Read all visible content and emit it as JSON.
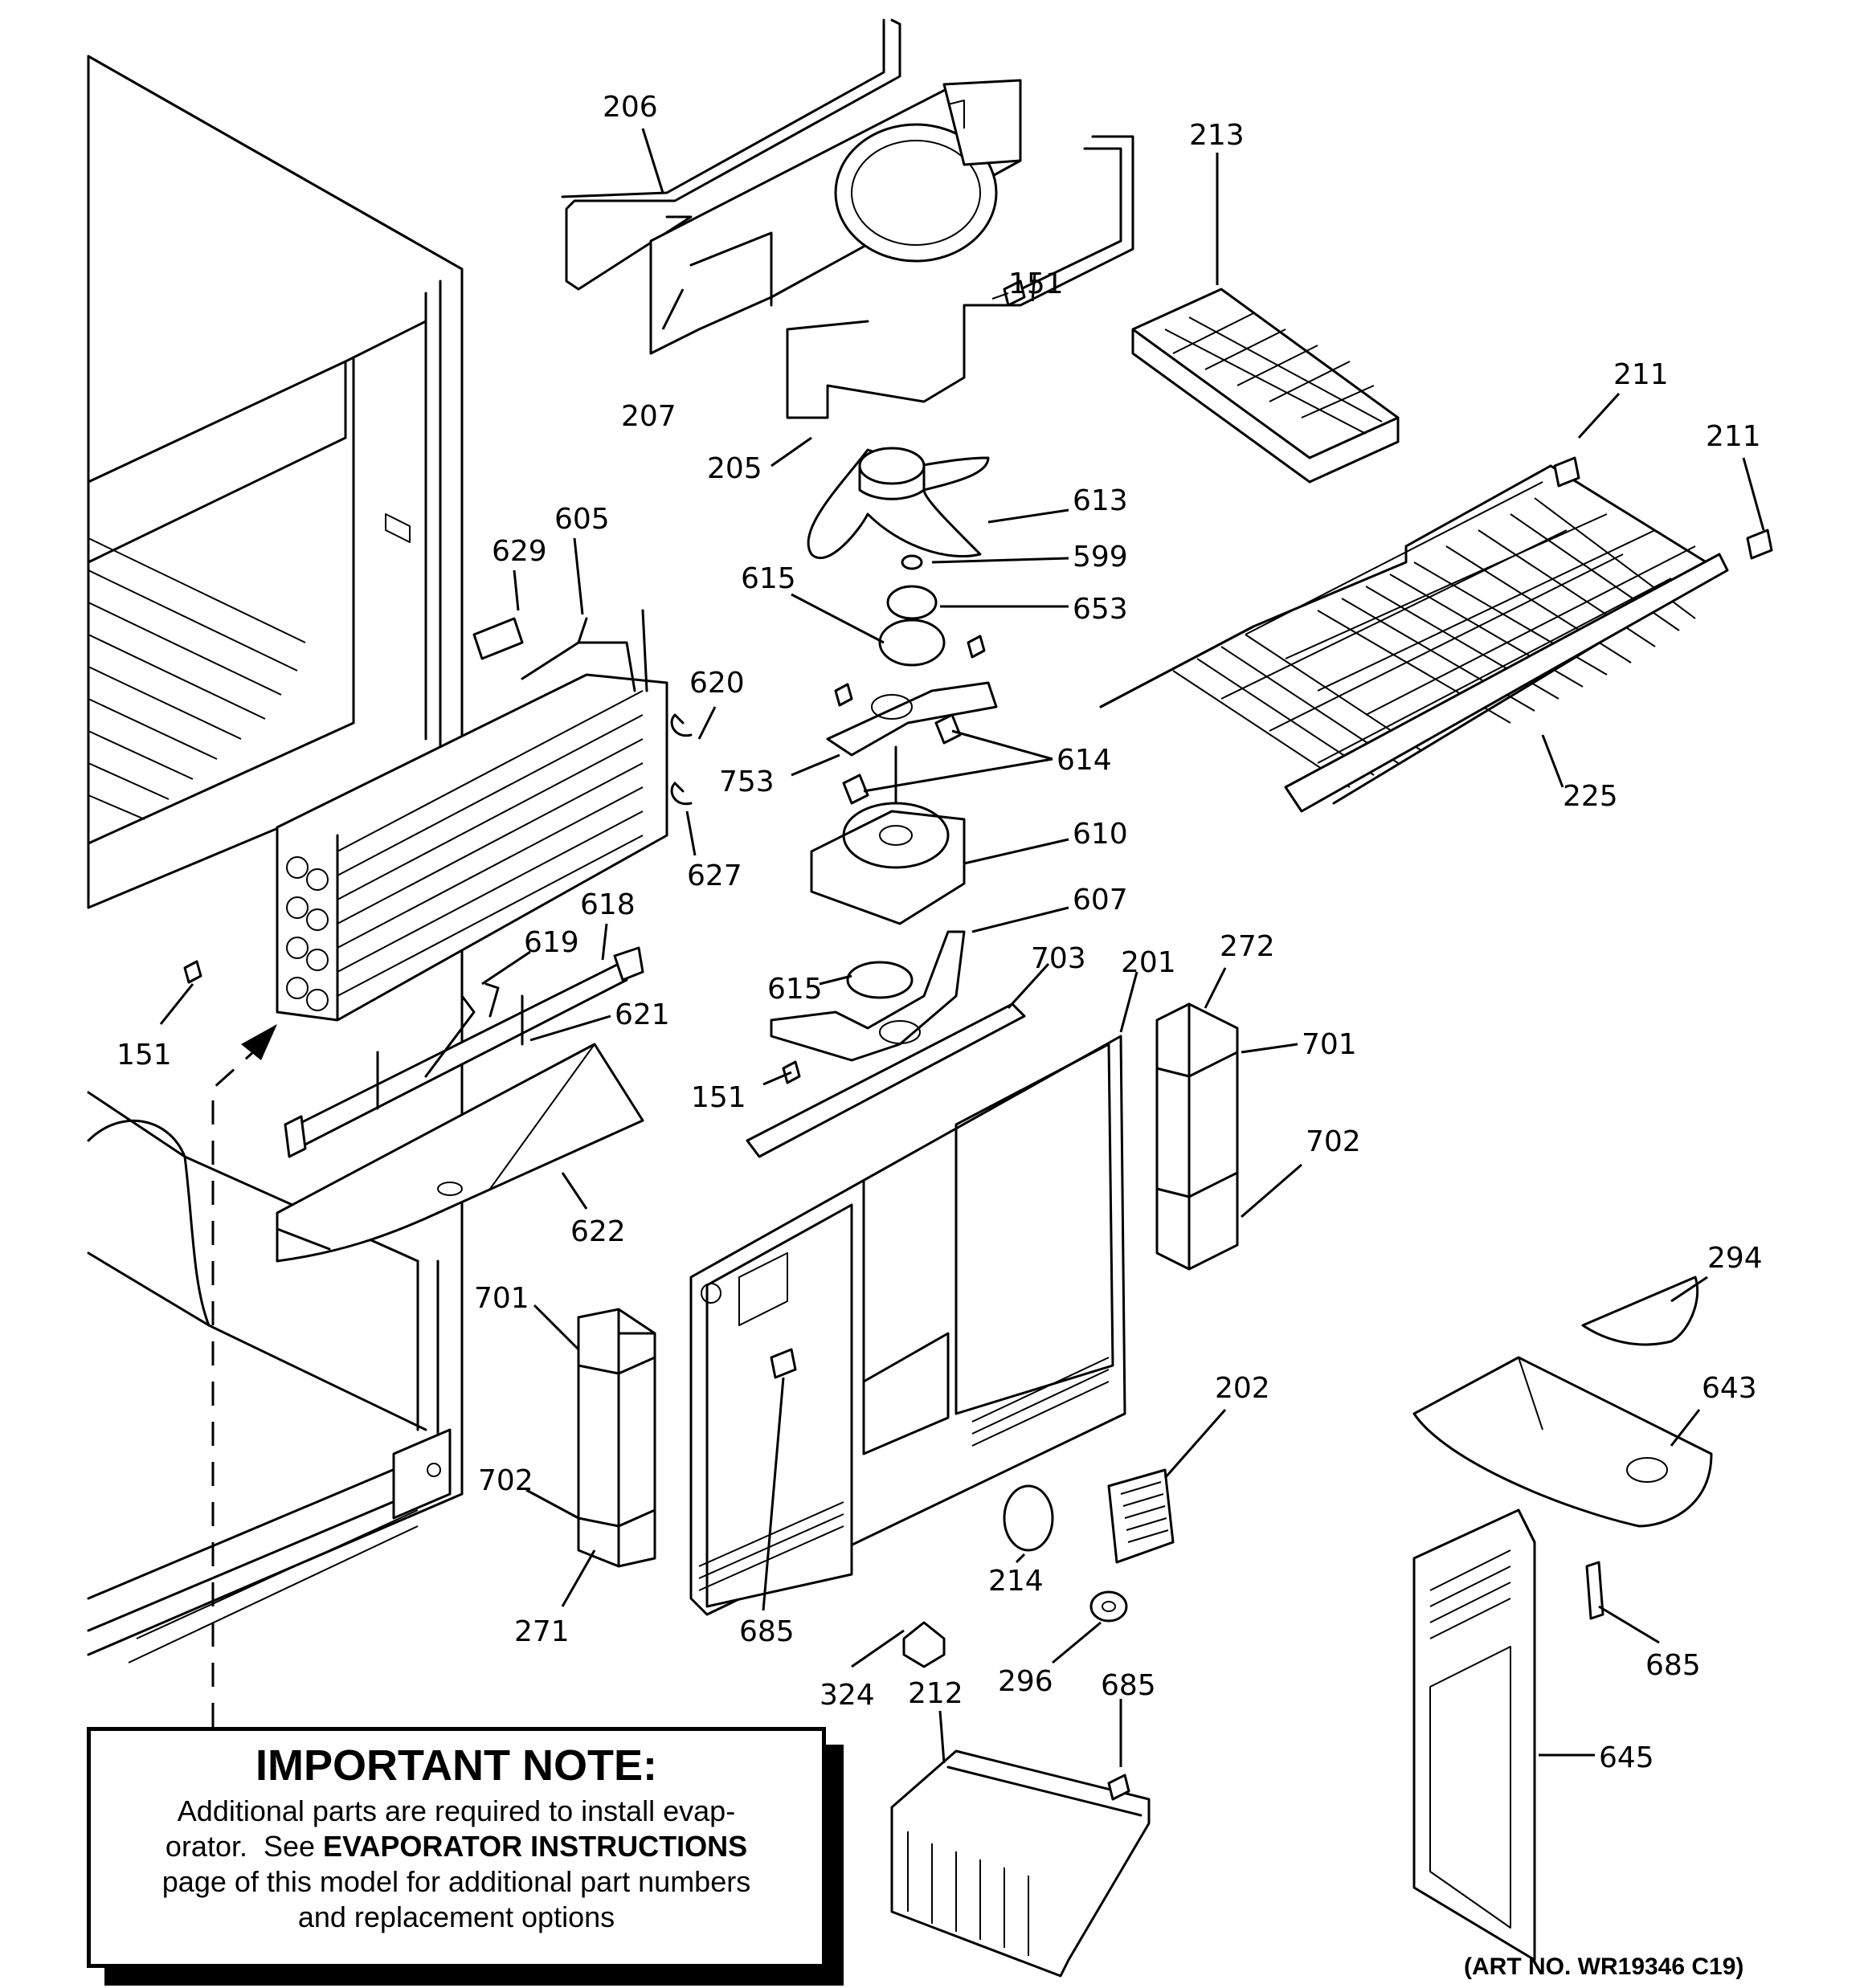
{
  "labels": [
    {
      "id": "206",
      "text": "206"
    },
    {
      "id": "207",
      "text": "207"
    },
    {
      "id": "205",
      "text": "205"
    },
    {
      "id": "151a",
      "text": "151"
    },
    {
      "id": "213",
      "text": "213"
    },
    {
      "id": "211a",
      "text": "211"
    },
    {
      "id": "211b",
      "text": "211"
    },
    {
      "id": "613",
      "text": "613"
    },
    {
      "id": "599",
      "text": "599"
    },
    {
      "id": "653",
      "text": "653"
    },
    {
      "id": "615a",
      "text": "615"
    },
    {
      "id": "629",
      "text": "629"
    },
    {
      "id": "605",
      "text": "605"
    },
    {
      "id": "620",
      "text": "620"
    },
    {
      "id": "627",
      "text": "627"
    },
    {
      "id": "753",
      "text": "753"
    },
    {
      "id": "614",
      "text": "614"
    },
    {
      "id": "225",
      "text": "225"
    },
    {
      "id": "610",
      "text": "610"
    },
    {
      "id": "607",
      "text": "607"
    },
    {
      "id": "618",
      "text": "618"
    },
    {
      "id": "619",
      "text": "619"
    },
    {
      "id": "621",
      "text": "621"
    },
    {
      "id": "615b",
      "text": "615"
    },
    {
      "id": "703",
      "text": "703"
    },
    {
      "id": "201",
      "text": "201"
    },
    {
      "id": "272",
      "text": "272"
    },
    {
      "id": "701a",
      "text": "701"
    },
    {
      "id": "151b",
      "text": "151"
    },
    {
      "id": "151c",
      "text": "151"
    },
    {
      "id": "622",
      "text": "622"
    },
    {
      "id": "702a",
      "text": "702"
    },
    {
      "id": "294",
      "text": "294"
    },
    {
      "id": "701b",
      "text": "701"
    },
    {
      "id": "643",
      "text": "643"
    },
    {
      "id": "202",
      "text": "202"
    },
    {
      "id": "702b",
      "text": "702"
    },
    {
      "id": "214",
      "text": "214"
    },
    {
      "id": "271",
      "text": "271"
    },
    {
      "id": "685a",
      "text": "685"
    },
    {
      "id": "685b",
      "text": "685"
    },
    {
      "id": "296",
      "text": "296"
    },
    {
      "id": "324",
      "text": "324"
    },
    {
      "id": "212",
      "text": "212"
    },
    {
      "id": "685c",
      "text": "685"
    },
    {
      "id": "645",
      "text": "645"
    }
  ],
  "note": {
    "title": "IMPORTANT NOTE:",
    "line1": "Additional parts are required to install evap-",
    "line2a": "orator.  See ",
    "line2b": "EVAPORATOR INSTRUCTIONS",
    "line3": "page of this model for additional part numbers",
    "line4": "and replacement options"
  },
  "art_number": "(ART NO. WR19346 C19)"
}
